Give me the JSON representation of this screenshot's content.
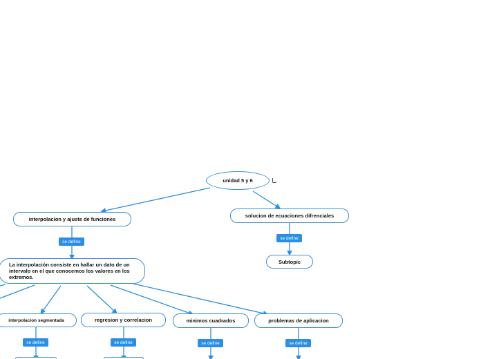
{
  "root": {
    "label": "unidad 5 y 6"
  },
  "nodes": {
    "interpolacion": {
      "label": "interpolacion y ajuste de funciones"
    },
    "soluciones": {
      "label": "solucion de ecuaciones difrenciales"
    },
    "definition": {
      "label": "La interpolación consiste en hallar un dato de un intervalo en el que conocemos los valores en los extremos."
    },
    "subtopic": {
      "label": "Subtopic"
    },
    "segmentada": {
      "label": "interpolacion segmentada"
    },
    "regresion": {
      "label": "regresion y correlacion"
    },
    "minimos": {
      "label": "minimos cuadrados"
    },
    "problemas": {
      "label": "problemas de aplicacion"
    }
  },
  "connector_labels": {
    "interpolacion": "se define",
    "soluciones": "se define",
    "segmentada": "se define",
    "regresion": "se define",
    "minimos": "se define",
    "problemas": "se define"
  },
  "colors": {
    "link": "#2a8ee6",
    "label_bg": "#2a8ee6",
    "node_border": "#3a8fd6"
  },
  "icons": {
    "pointer": "cursor-icon"
  }
}
